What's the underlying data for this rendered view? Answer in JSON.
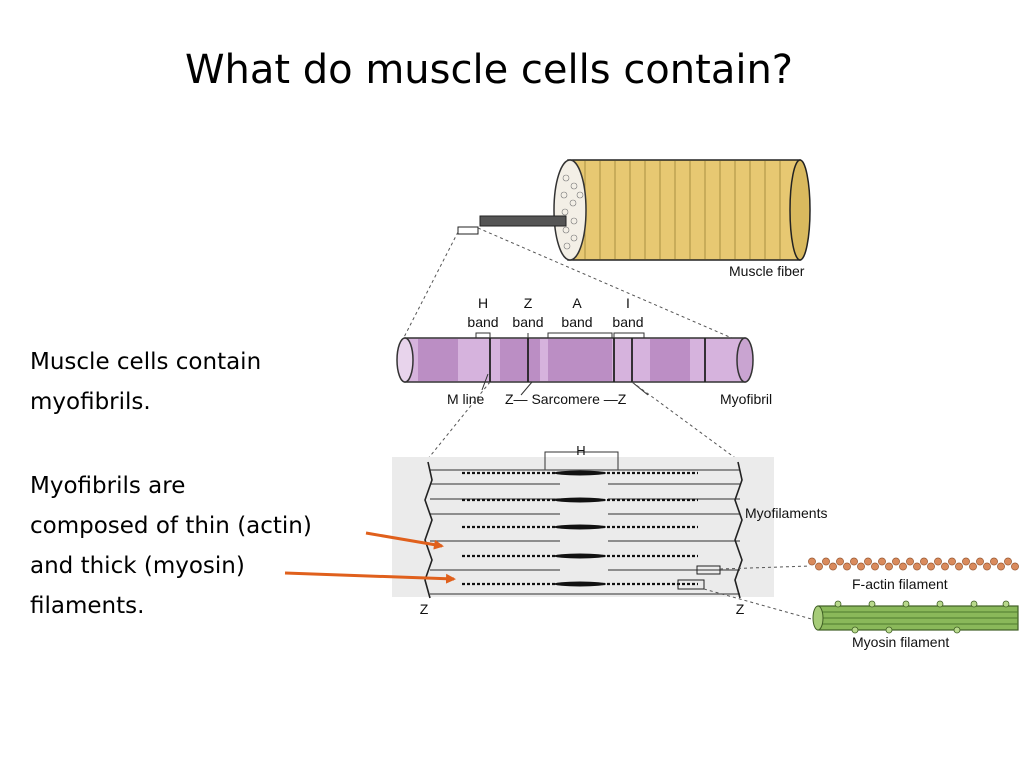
{
  "slide": {
    "title": "What do muscle cells contain?",
    "paragraph1": [
      "Muscle cells contain",
      "myofibrils."
    ],
    "paragraph2": [
      "Myofibrils are",
      "composed of thin (actin)",
      "and thick (myosin)",
      "filaments."
    ]
  },
  "diagram": {
    "labels": {
      "muscle_fiber": "Muscle fiber",
      "h": "H",
      "z": "Z",
      "a": "A",
      "i": "I",
      "band": "band",
      "m_line": "M line",
      "z_sarcomere_z": "Z— Sarcomere —Z",
      "myofibril": "Myofibril",
      "myofilaments": "Myofilaments",
      "f_actin": "F-actin filament",
      "myosin": "Myosin filament"
    }
  },
  "colors": {
    "arrow": "#e0601c",
    "fiber": "#e7c872",
    "myofibril": "#d6b3dd",
    "actin_beads": "#d98a5c",
    "myosin_green": "#8ab85a"
  }
}
